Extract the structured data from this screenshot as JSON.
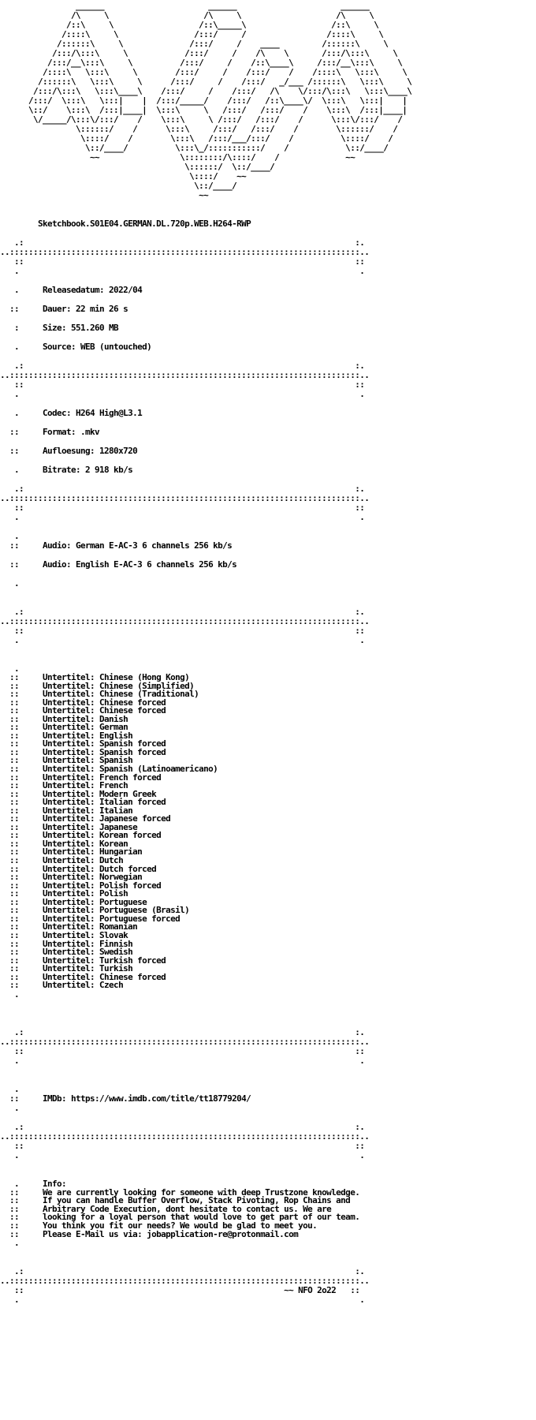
{
  "release_name": "Sketchbook.S01E04.GERMAN.DL.720p.WEB.H264-RWP",
  "general": {
    "release_date_label": "Releasedatum:",
    "release_date": "2022/04",
    "duration_label": "Dauer:",
    "duration": "22 min 26 s",
    "size_label": "Size:",
    "size": "551.260 MB",
    "source_label": "Source:",
    "source": "WEB (untouched)"
  },
  "video": {
    "codec_label": "Codec:",
    "codec": "H264 High@L3.1",
    "format_label": "Format:",
    "format": ".mkv",
    "resolution_label": "Aufloesung:",
    "resolution": "1280x720",
    "bitrate_label": "Bitrate:",
    "bitrate": "2 918 kb/s"
  },
  "audio_label": "Audio:",
  "audio": [
    "German E-AC-3 6 channels 256 kb/s",
    "English E-AC-3 6 channels 256 kb/s"
  ],
  "subtitle_label": "Untertitel:",
  "subtitles": [
    "Chinese (Hong Kong)",
    "Chinese (Simplified)",
    "Chinese (Traditional)",
    "Chinese forced",
    "Chinese forced",
    "Danish",
    "German",
    "English",
    "Spanish forced",
    "Spanish forced",
    "Spanish",
    "Spanish (Latinoamericano)",
    "French forced",
    "French",
    "Modern Greek",
    "Italian forced",
    "Italian",
    "Japanese forced",
    "Japanese",
    "Korean forced",
    "Korean",
    "Hungarian",
    "Dutch",
    "Dutch forced",
    "Norwegian",
    "Polish forced",
    "Polish",
    "Portuguese",
    "Portuguese (Brasil)",
    "Portuguese forced",
    "Romanian",
    "Slovak",
    "Finnish",
    "Swedish",
    "Turkish forced",
    "Turkish",
    "Chinese forced",
    "Czech"
  ],
  "imdb_label": "IMDb:",
  "imdb_url": "https://www.imdb.com/title/tt18779204/",
  "info": {
    "heading": "Info:",
    "lines": [
      "We are currently looking for someone with deep Trustzone knowledge.",
      "If you can handle Buffer Overflow, Stack Pivoting, Rop Chains and",
      "Arbitrary Code Execution, dont hesitate to contact us. We are",
      "looking for a loyal person that would love to get part of our team.",
      "You think you fit our needs? We would be glad to meet you.",
      "Please E-Mail us via: jobapplication-re@protonmail.com"
    ]
  },
  "footer_tag": "~~ NFO 2o22",
  "logo_art": [
    "                ______                      ______                      ______",
    "               /\\     \\                    /\\     \\                    /\\     \\",
    "              /::\\     \\                  /::\\_____\\                  /::\\     \\",
    "             /::::\\     \\                /:::/     /                 /::::\\     \\",
    "            /::::::\\     \\              /:::/     /    ____         /::::::\\     \\",
    "           /:::/\\:::\\     \\            /:::/     /    /\\    \\       /:::/\\:::\\     \\",
    "          /:::/__\\:::\\     \\          /:::/     /    /::\\____\\     /:::/__\\:::\\     \\",
    "         /::::\\   \\:::\\     \\        /:::/     /    /:::/    /    /::::\\   \\:::\\     \\",
    "        /::::::\\   \\:::\\     \\      /:::/     /    /:::/   _/___ /::::::\\   \\:::\\     \\",
    "       /:::/\\:::\\   \\:::\\____\\    /:::/     /    /:::/   /\\    \\/:::/\\:::\\   \\:::\\____\\",
    "      /:::/  \\:::\\   \\:::|    |  /:::/_____/    /:::/   /::\\____\\/  \\:::\\   \\:::|    |",
    "      \\::/    \\:::\\  /:::|____|  \\:::\\     \\   /:::/   /:::/    /    \\:::\\  /:::|____|",
    "       \\/_____/\\:::\\/:::/    /    \\:::\\     \\ /:::/   /:::/    /      \\:::\\/:::/    /",
    "                \\::::::/    /      \\:::\\     /:::/   /:::/    /        \\::::::/    /",
    "                 \\::::/    /        \\:::\\   /:::/___/:::/    /          \\::::/    /",
    "                  \\::/____/          \\:::\\_/:::::::::::/    /            \\::/____/",
    "                   ~~                 \\::::::::/\\::::/    /              ~~",
    "                                       \\::::::/  \\::/____/",
    "                                        \\::::/    ~~",
    "                                         \\::/____/",
    "                                          ~~"
  ]
}
